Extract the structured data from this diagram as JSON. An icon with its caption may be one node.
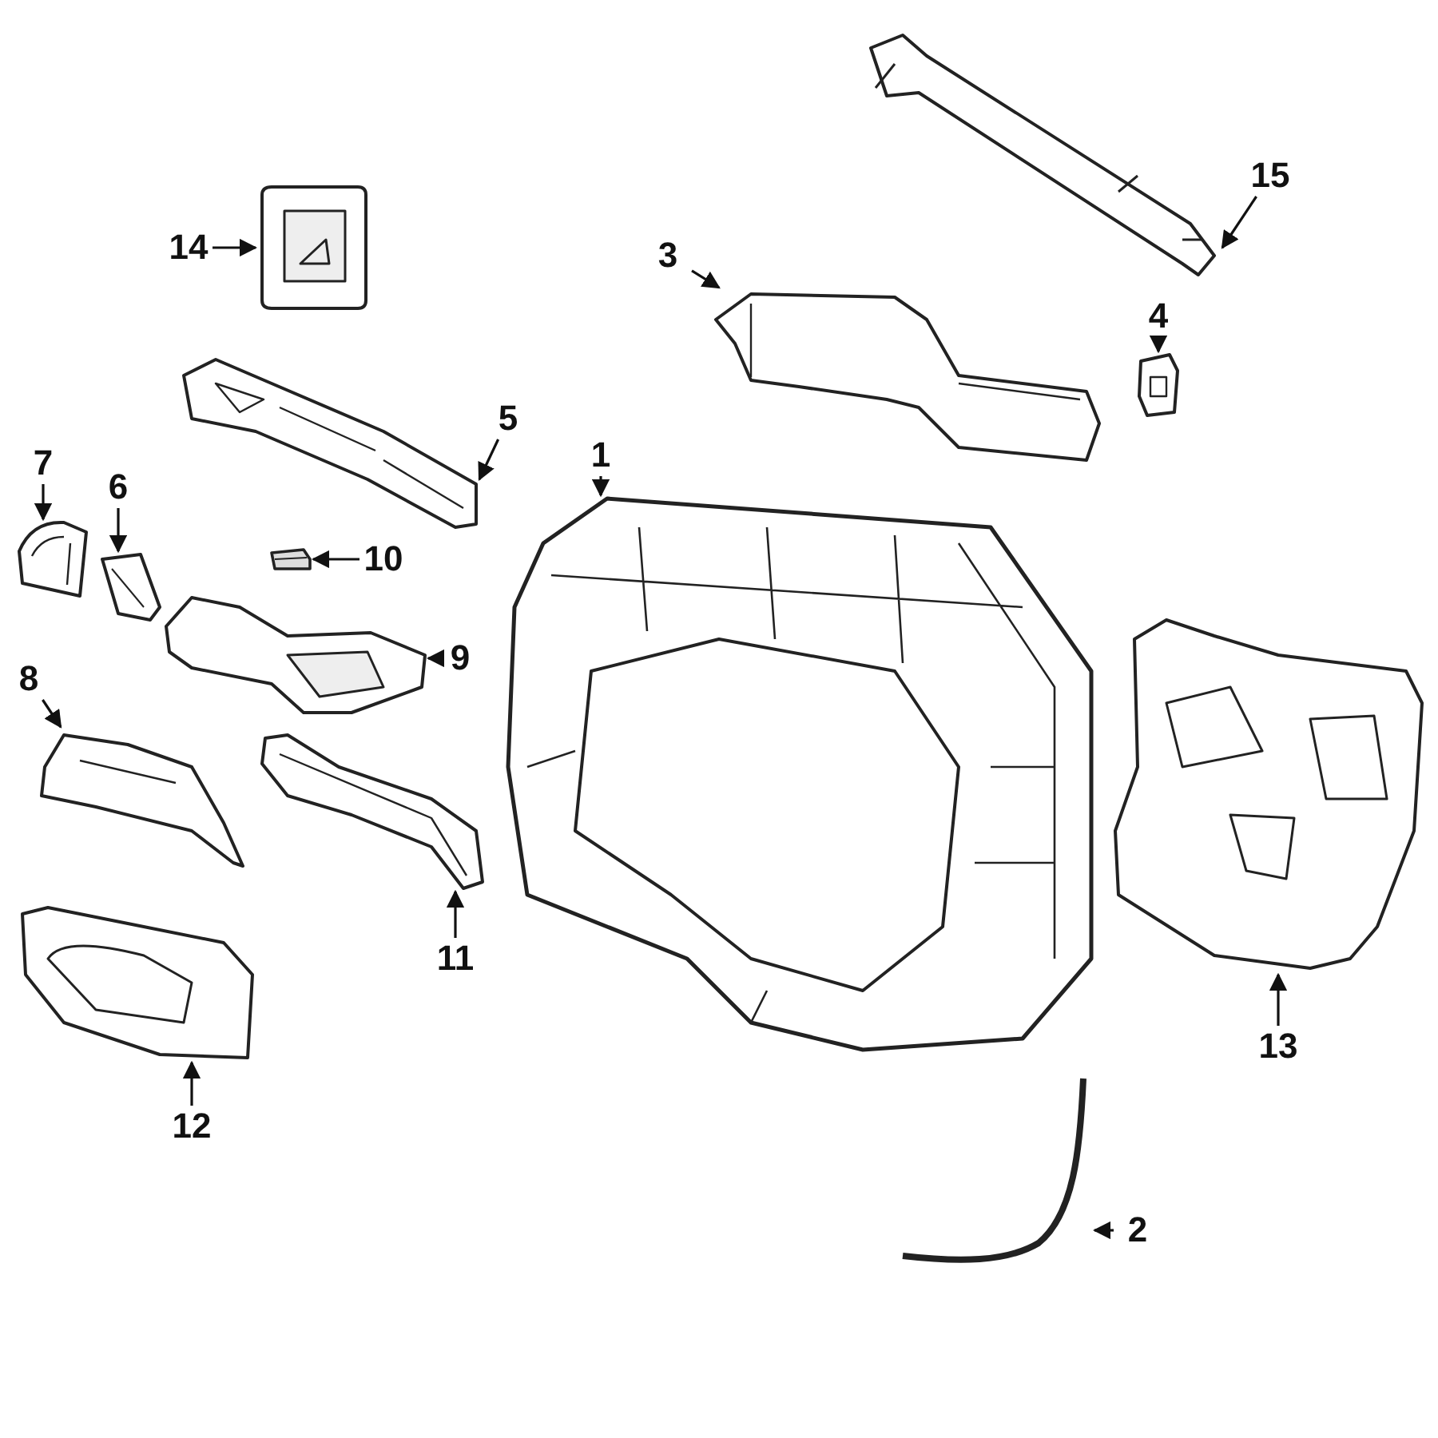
{
  "diagram": {
    "nodes": [
      {
        "text": [
          "15"
        ]
      },
      {
        "text": [
          "3"
        ]
      },
      {
        "text": [
          "14"
        ]
      },
      {
        "text": [
          "1"
        ]
      },
      {
        "text": [
          "4"
        ]
      },
      {
        "text": [
          "7"
        ]
      },
      {
        "text": [
          "6"
        ]
      },
      {
        "text": [
          "5"
        ]
      },
      {
        "text": [
          "10"
        ]
      },
      {
        "text": [
          "8"
        ]
      },
      {
        "text": [
          "9"
        ]
      },
      {
        "text": [
          "11"
        ]
      },
      {
        "text": [
          "13"
        ]
      },
      {
        "text": [
          "2"
        ]
      },
      {
        "text": [
          "12"
        ]
      },
      {
        "text": [],
        "shape": "picture"
      },
      {
        "text": [],
        "shape": "picture"
      },
      {
        "text": [],
        "shape": "picture"
      },
      {
        "text": [],
        "shape": "picture"
      },
      {
        "text": [],
        "shape": "picture"
      },
      {
        "text": [],
        "shape": "picture"
      },
      {
        "text": [],
        "shape": "picture"
      },
      {
        "text": [],
        "shape": "picture"
      },
      {
        "text": [],
        "shape": "picture"
      },
      {
        "text": [],
        "shape": "picture"
      },
      {
        "text": [],
        "shape": "picture"
      },
      {
        "text": [],
        "shape": "picture"
      },
      {
        "text": [],
        "shape": "picture"
      },
      {
        "text": [],
        "shape": "picture"
      },
      {
        "text": [],
        "shape": "picture"
      }
    ],
    "edges": [
      {
        "from": 0,
        "to": 15,
        "arrow": "to"
      },
      {
        "from": 1,
        "to": 16,
        "arrow": "to"
      },
      {
        "from": 2,
        "to": 17,
        "arrow": "to"
      },
      {
        "from": 3,
        "to": 18,
        "arrow": "to"
      },
      {
        "from": 4,
        "to": 19,
        "arrow": "to"
      },
      {
        "from": 5,
        "to": 20,
        "arrow": "to"
      },
      {
        "from": 6,
        "to": 21,
        "arrow": "to"
      },
      {
        "from": 7,
        "to": 22,
        "arrow": "to"
      },
      {
        "from": 8,
        "to": 23,
        "arrow": "to"
      },
      {
        "from": 9,
        "to": 24,
        "arrow": "to"
      },
      {
        "from": 10,
        "to": 25,
        "arrow": "to"
      },
      {
        "from": 11,
        "to": 26,
        "arrow": "to"
      },
      {
        "from": 12,
        "to": 27,
        "arrow": "to"
      },
      {
        "from": 13,
        "to": 28,
        "arrow": "to"
      },
      {
        "from": 14,
        "to": 29,
        "arrow": "to"
      }
    ]
  }
}
